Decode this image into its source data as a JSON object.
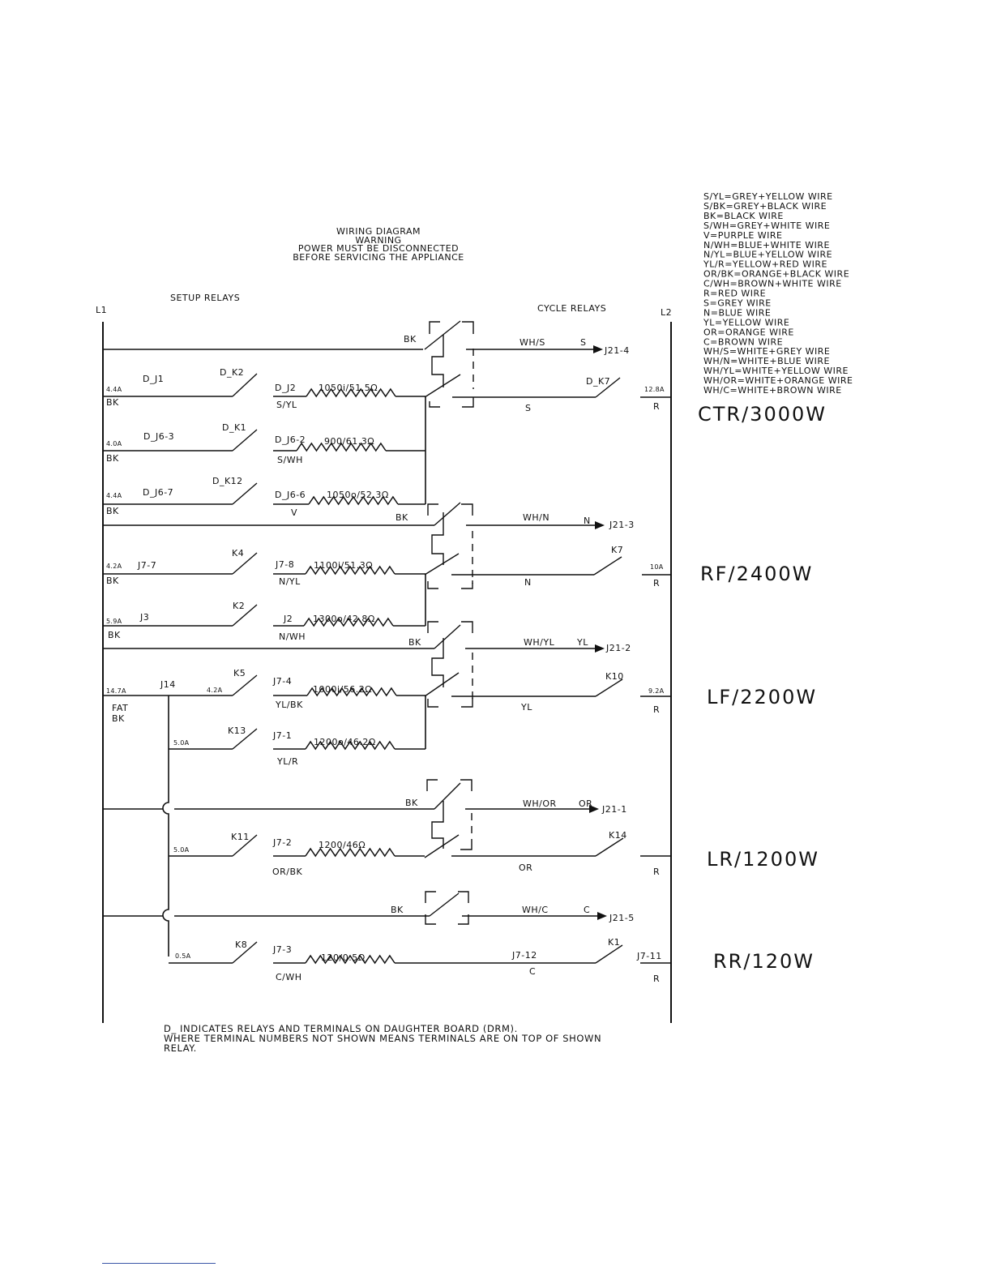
{
  "header": {
    "line1": "WIRING DIAGRAM",
    "line2": "WARNING",
    "line3": "POWER MUST BE DISCONNECTED",
    "line4": "BEFORE SERVICING THE APPLIANCE"
  },
  "sections": {
    "setup": "SETUP RELAYS",
    "cycle": "CYCLE RELAYS",
    "l1": "L1",
    "l2": "L2"
  },
  "legend": [
    "S/YL=GREY+YELLOW WIRE",
    "S/BK=GREY+BLACK WIRE",
    "BK=BLACK WIRE",
    "S/WH=GREY+WHITE WIRE",
    "V=PURPLE WIRE",
    "N/WH=BLUE+WHITE WIRE",
    "N/YL=BLUE+YELLOW WIRE",
    "YL/R=YELLOW+RED WIRE",
    "OR/BK=ORANGE+BLACK WIRE",
    "C/WH=BROWN+WHITE WIRE",
    "R=RED WIRE",
    "S=GREY WIRE",
    "N=BLUE WIRE",
    "YL=YELLOW WIRE",
    "OR=ORANGE WIRE",
    "C=BROWN WIRE",
    "WH/S=WHITE+GREY WIRE",
    "WH/N=WHITE+BLUE WIRE",
    "WH/YL=WHITE+YELLOW WIRE",
    "WH/OR=WHITE+ORANGE WIRE",
    "WH/C=WHITE+BROWN WIRE"
  ],
  "elements": {
    "ctr": "CTR/3000W",
    "rf": "RF/2400W",
    "lf": "LF/2200W",
    "lr": "LR/1200W",
    "rr": "RR/120W"
  },
  "rows": {
    "r1": {
      "wire": "BK",
      "out": "WH/S",
      "outcode": "S",
      "term": "J21-4"
    },
    "r2": {
      "amp": "4.4A",
      "term": "D_J1",
      "relay": "D_K2",
      "wire": "BK",
      "conn": "D_J2",
      "heater": "1050i/51.5Ω",
      "hwire": "S/YL",
      "cycle": "D_K7",
      "ret": "S",
      "amp2": "12.8A",
      "r": "R"
    },
    "r3": {
      "amp": "4.0A",
      "term": "D_J6-3",
      "relay": "D_K1",
      "wire": "BK",
      "conn": "D_J6-2",
      "heater": "900/61.3Ω",
      "hwire": "S/WH"
    },
    "r4": {
      "amp": "4.4A",
      "term": "D_J6-7",
      "relay": "D_K12",
      "wire": "BK",
      "conn": "D_J6-6",
      "heater": "1050o/52.3Ω",
      "hwire": "V"
    },
    "r5": {
      "wire": "BK",
      "out": "WH/N",
      "outcode": "N",
      "term": "J21-3"
    },
    "r6": {
      "amp": "4.2A",
      "term": "J7-7",
      "relay": "K4",
      "wire": "BK",
      "conn": "J7-8",
      "heater": "1100i/51.3Ω",
      "hwire": "N/YL",
      "cycle": "K7",
      "ret": "N",
      "amp2": "10A",
      "r": "R"
    },
    "r7": {
      "amp": "5.9A",
      "term": "J3",
      "relay": "K2",
      "wire": "BK",
      "conn": "J2",
      "heater": "1300o/42.8Ω",
      "hwire": "N/WH"
    },
    "r8": {
      "wire": "BK",
      "out": "WH/YL",
      "outcode": "YL",
      "term": "J21-2"
    },
    "r9": {
      "amp": "14.7A",
      "term": "J14",
      "amp3": "4.2A",
      "relay": "K5",
      "wire1": "FAT",
      "wire2": "BK",
      "conn": "J7-4",
      "heater": "1000i/56.2Ω",
      "hwire": "YL/BK",
      "cycle": "K10",
      "ret": "YL",
      "amp2": "9.2A",
      "r": "R"
    },
    "r10": {
      "amp": "5.0A",
      "relay": "K13",
      "conn": "J7-1",
      "heater": "1200o/46.2Ω",
      "hwire": "YL/R"
    },
    "r11": {
      "wire": "BK",
      "out": "WH/OR",
      "outcode": "OR",
      "term": "J21-1"
    },
    "r12": {
      "amp": "5.0A",
      "relay": "K11",
      "conn": "J7-2",
      "heater": "1200/46Ω",
      "hwire": "OR/BK",
      "cycle": "K14",
      "ret": "OR",
      "r": "R"
    },
    "r13": {
      "wire": "BK",
      "out": "WH/C",
      "outcode": "C",
      "term": "J21-5"
    },
    "r14": {
      "amp": "0.5A",
      "relay": "K8",
      "conn": "J7-3",
      "heater": "120/0.5Ω",
      "hwire": "C/WH",
      "mid": "J7-12",
      "ret": "C",
      "cycle": "K1",
      "term2": "J7-11",
      "r": "R"
    }
  },
  "notes": {
    "line1": "D_ INDICATES RELAYS AND TERMINALS ON DAUGHTER BOARD (DRM).",
    "line2": "WHERE TERMINAL NUMBERS NOT SHOWN MEANS TERMINALS ARE ON TOP OF SHOWN",
    "line3": "RELAY."
  }
}
